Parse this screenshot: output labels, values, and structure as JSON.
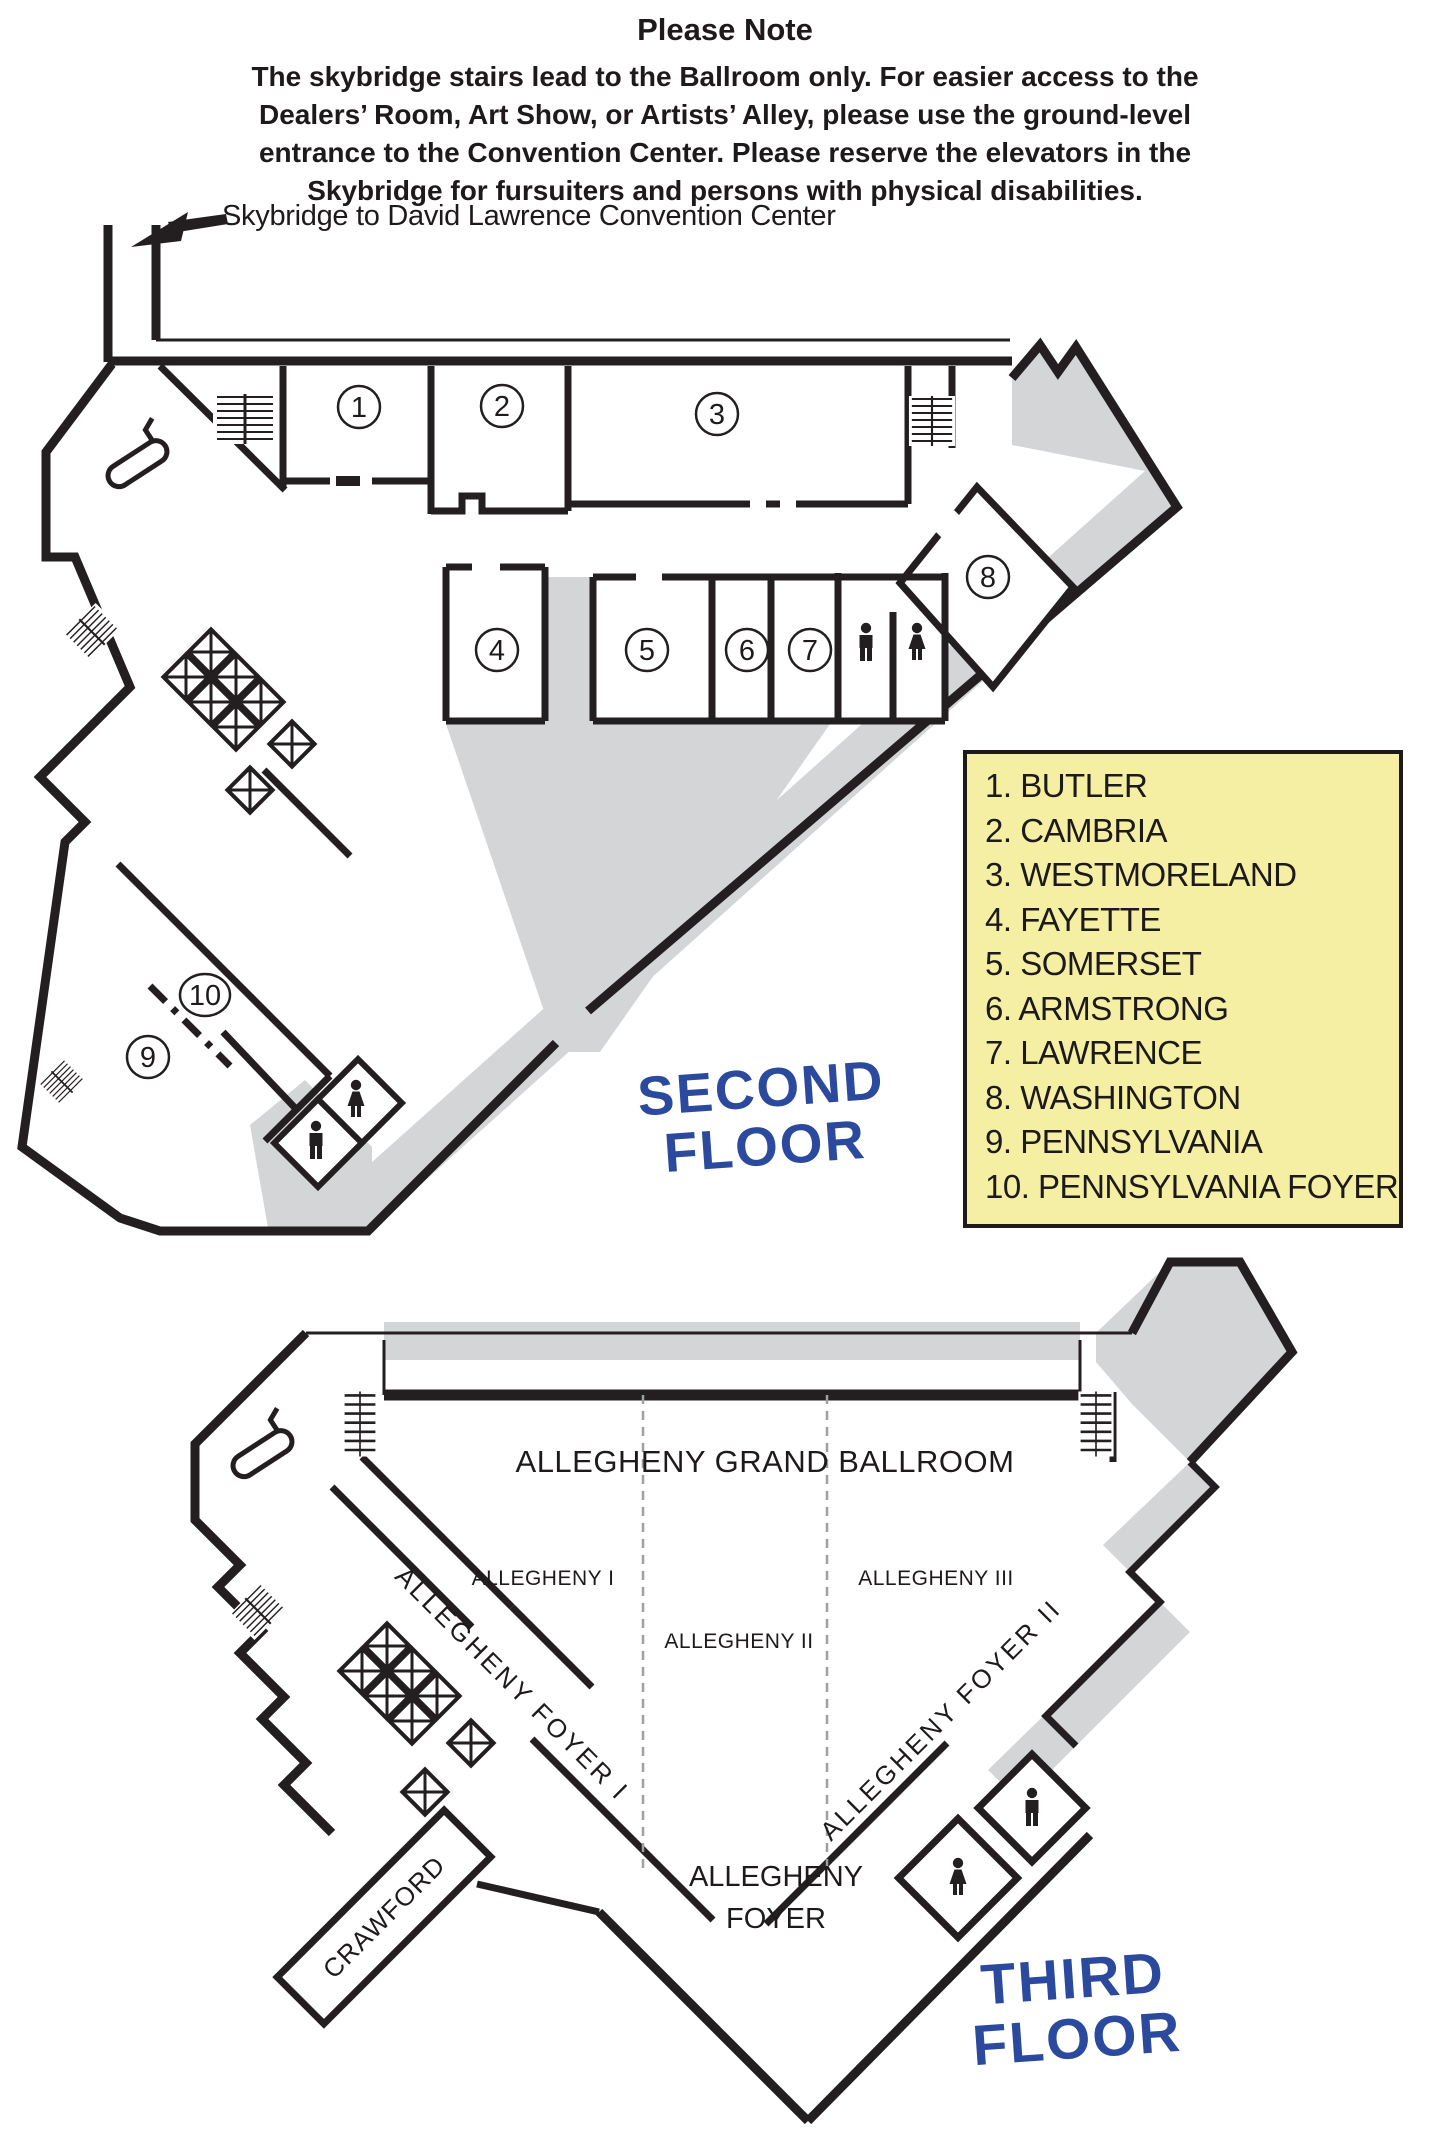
{
  "note": {
    "title": "Please Note",
    "lines": [
      "The skybridge stairs lead to the Ballroom only. For easier access to the",
      "Dealers’ Room, Art Show, or Artists’ Alley, please use the ground-level",
      "entrance to the Convention Center. Please reserve the elevators in the",
      "Skybridge for fursuiters and persons with physical disabilities."
    ]
  },
  "skybridge_label": "Skybridge to David Lawrence Convention Center",
  "second_floor": {
    "floor_label_line1": "SECOND",
    "floor_label_line2": "FLOOR",
    "plan_numbers": [
      "1",
      "2",
      "3",
      "4",
      "5",
      "6",
      "7",
      "8",
      "9",
      "10"
    ]
  },
  "legend": {
    "items": [
      "1. BUTLER",
      "2. CAMBRIA",
      "3. WESTMORELAND",
      "4. FAYETTE",
      "5. SOMERSET",
      "6. ARMSTRONG",
      "7. LAWRENCE",
      "8. WASHINGTON",
      "9. PENNSYLVANIA",
      "10. PENNSYLVANIA FOYER"
    ]
  },
  "third_floor": {
    "floor_label_line1": "THIRD",
    "floor_label_line2": "FLOOR",
    "grand_ballroom": "ALLEGHENY GRAND BALLROOM",
    "allegheny_1": "ALLEGHENY I",
    "allegheny_2": "ALLEGHENY II",
    "allegheny_3": "ALLEGHENY III",
    "foyer_1": "ALLEGHENY FOYER I",
    "foyer_2": "ALLEGHENY FOYER II",
    "foyer_line1": "ALLEGHENY",
    "foyer_line2": "FOYER",
    "crawford": "CRAWFORD"
  },
  "icons": {
    "escalator": "escalator",
    "stairs": "stairs",
    "elevator": "elevator",
    "restroom_male": "restroom-male",
    "restroom_female": "restroom-female",
    "skybridge_arrow": "arrow-left"
  },
  "colors": {
    "wall": "#231f20",
    "corridor_gray": "#d4d5d7",
    "legend_bg": "#f4efa2",
    "accent_blue": "#2b4a9e"
  }
}
